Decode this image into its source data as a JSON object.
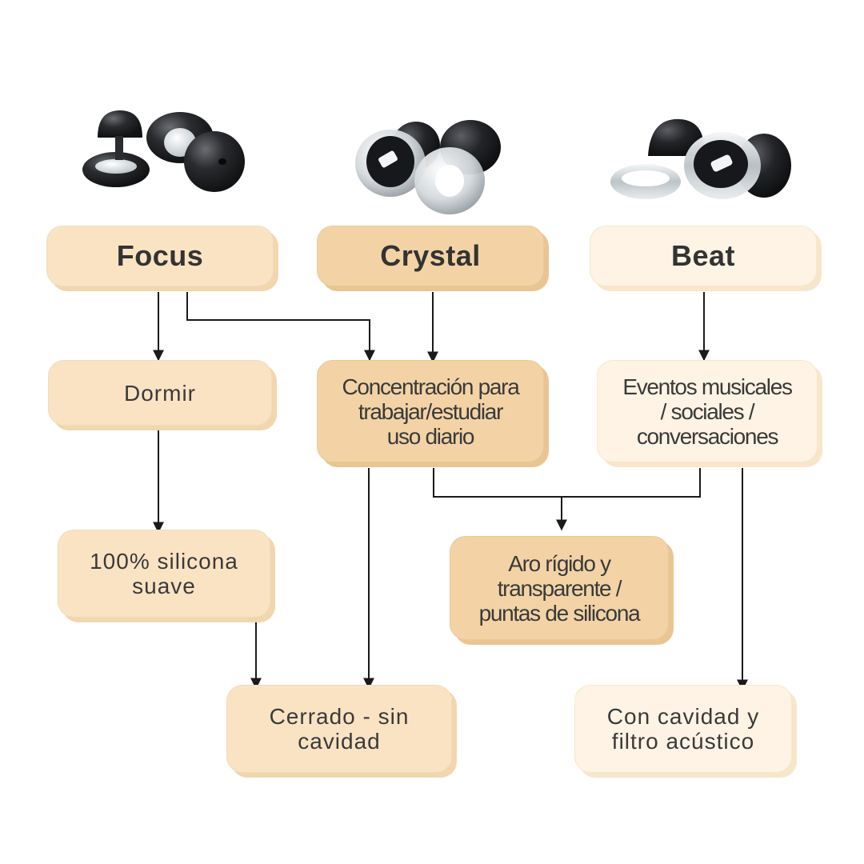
{
  "products": {
    "focus": {
      "label": "Focus",
      "image": "focus-earplugs-icon"
    },
    "crystal": {
      "label": "Crystal",
      "image": "crystal-earplugs-icon"
    },
    "beat": {
      "label": "Beat",
      "image": "beat-earplugs-icon"
    }
  },
  "uses": {
    "dormir": "Dormir",
    "concentracion": "Concentración para\ntrabajar/estudiar\nuso diario",
    "eventos": "Eventos musicales\n/ sociales /\nconversaciones"
  },
  "materials": {
    "silicona": "100% silicona\nsuave",
    "aro": "Aro rígido y\ntransparente /\npuntas de silicona"
  },
  "designs": {
    "cerrado": "Cerrado - sin\ncavidad",
    "cavidad": "Con cavidad y\nfiltro acústico"
  },
  "colors": {
    "box_mid": "#fae3c3",
    "box_dark": "#f3d3a5",
    "box_light": "#fef3e4",
    "text": "#3a3a3a",
    "connector": "#1a1a1a",
    "earplug_black": "#1e1f22",
    "earplug_clear": "#dfe3e6"
  }
}
